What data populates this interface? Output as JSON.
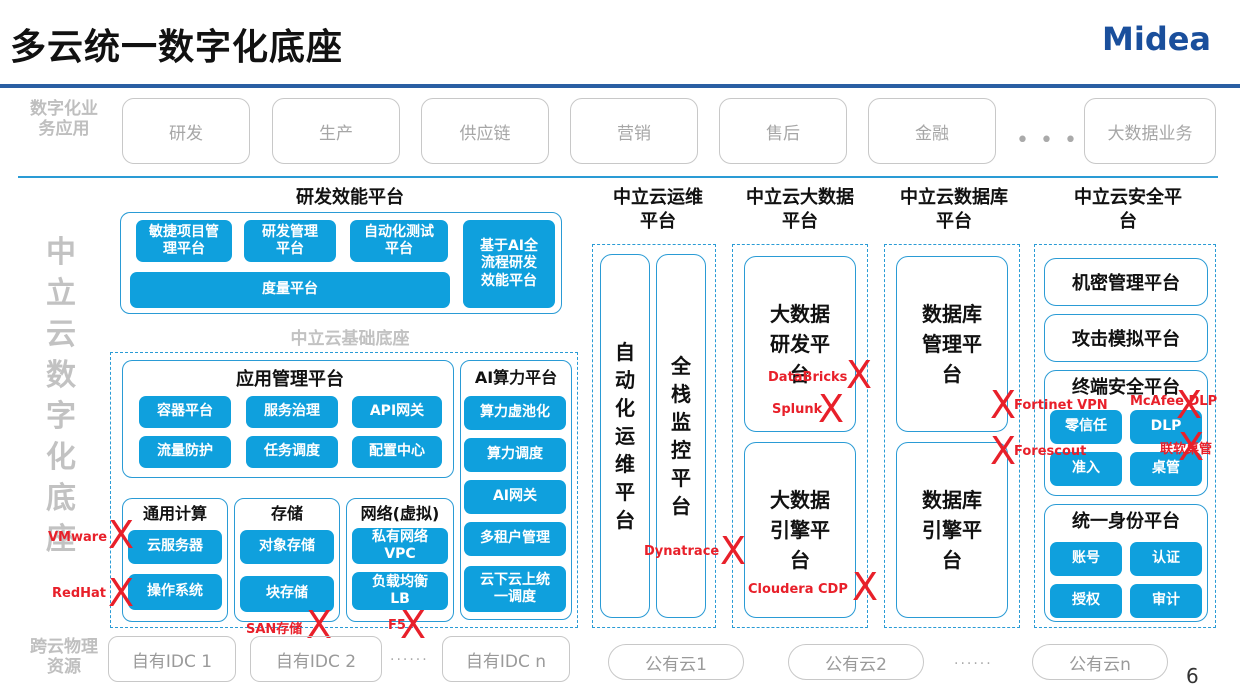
{
  "title": "多云统一数字化底座",
  "logo_text": "Midea",
  "page_number": "6",
  "biz": {
    "label": "数字化业务应用",
    "items": [
      "研发",
      "生产",
      "供应链",
      "营销",
      "售后",
      "金融"
    ],
    "dots": "• • •",
    "last": "大数据业务"
  },
  "vertical_label": [
    "中",
    "立",
    "云",
    "数",
    "字",
    "化",
    "底",
    "座"
  ],
  "rd": {
    "title": "研发效能平台",
    "items": [
      "敏捷项目管理平台",
      "研发管理平台",
      "自动化测试平台"
    ],
    "metric": "度量平台",
    "ai": "基于AI全流程研发效能平台"
  },
  "base_title": "中立云基础底座",
  "app_mgmt": {
    "title": "应用管理平台",
    "items": [
      "容器平台",
      "服务治理",
      "API网关",
      "流量防护",
      "任务调度",
      "配置中心"
    ]
  },
  "ai_compute": {
    "title": "AI算力平台",
    "items": [
      "算力虚池化",
      "算力调度",
      "AI网关",
      "多租户管理",
      "云下云上统一调度"
    ]
  },
  "compute": {
    "title": "通用计算",
    "items": [
      "云服务器",
      "操作系统"
    ]
  },
  "storage": {
    "title": "存储",
    "items": [
      "对象存储",
      "块存储"
    ]
  },
  "network": {
    "title": "网络(虚拟)",
    "items": [
      "私有网络VPC",
      "负载均衡LB"
    ]
  },
  "ops": {
    "title": "中立云运维平台",
    "cols": [
      "自动化运维平台",
      "全栈监控平台"
    ]
  },
  "bigdata": {
    "title": "中立云大数据平台",
    "items": [
      "大数据研发平台",
      "大数据引擎平台"
    ]
  },
  "db": {
    "title": "中立云数据库平台",
    "items": [
      "数据库管理平台",
      "数据库引擎平台"
    ]
  },
  "security": {
    "title": "中立云安全平台",
    "items": [
      "机密管理平台",
      "攻击模拟平台"
    ],
    "endpoint": {
      "title": "终端安全平台",
      "items": [
        "零信任",
        "DLP",
        "准入",
        "桌管"
      ]
    },
    "identity": {
      "title": "统一身份平台",
      "items": [
        "账号",
        "认证",
        "授权",
        "审计"
      ]
    }
  },
  "replaced": {
    "mark": "X",
    "vmware": "VMware",
    "redhat": "RedHat",
    "san": "SAN存储",
    "f5": "F5",
    "dynatrace": "Dynatrace",
    "databricks": "DataBricks",
    "splunk": "Splunk",
    "cloudera": "Cloudera CDP",
    "fortinet": "Fortinet VPN",
    "forescout": "Forescout",
    "mcafee": "McAfee DLP",
    "lenovo": "联软桌管"
  },
  "physical": {
    "label": "跨云物理资源",
    "idc": [
      "自有IDC 1",
      "自有IDC 2",
      "自有IDC n"
    ],
    "dots": "......",
    "clouds": [
      "公有云1",
      "公有云2",
      "公有云n"
    ]
  },
  "colors": {
    "accent": "#0fa0dd",
    "frame": "#2a9bd5",
    "brand": "#1a4f9c",
    "replace": "#e8202a"
  }
}
